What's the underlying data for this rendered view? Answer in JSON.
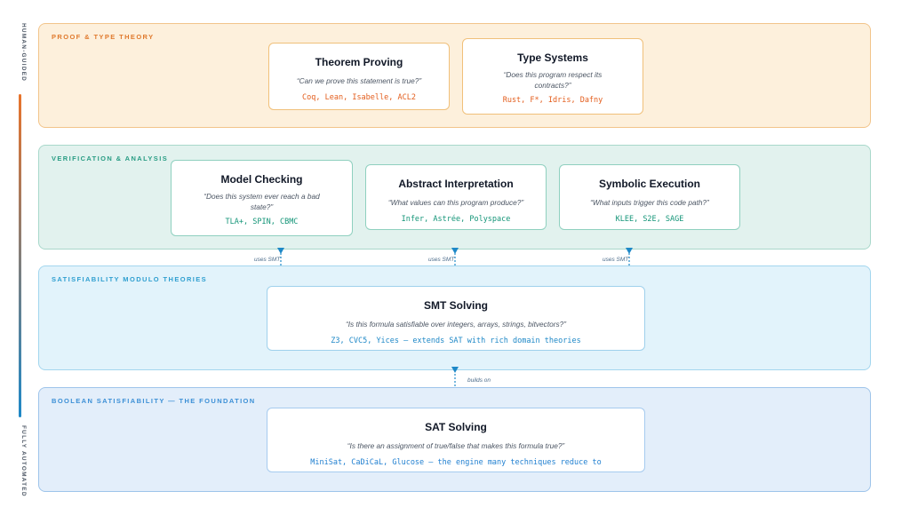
{
  "axis": {
    "top_label": "HUMAN-GUIDED",
    "bottom_label": "FULLY AUTOMATED",
    "gradient_colors": [
      "#e8732b",
      "#1e88c7"
    ]
  },
  "layers": [
    {
      "title": "PROOF & TYPE THEORY",
      "colors": {
        "bg": "#fdf0dc",
        "border": "#f2c48a",
        "title": "#e07a2e",
        "tools": "#e35d1c",
        "card_border": "#f0c07a"
      },
      "cards": [
        {
          "title": "Theorem Proving",
          "question": "“Can we prove this statement is true?”",
          "tools": "Coq, Lean, Isabelle, ACL2"
        },
        {
          "title": "Type Systems",
          "question": "“Does this program respect its contracts?”",
          "tools": "Rust, F*, Idris, Dafny"
        }
      ]
    },
    {
      "title": "VERIFICATION & ANALYSIS",
      "colors": {
        "bg": "#e2f2ee",
        "border": "#a9d8cb",
        "title": "#2a9d84",
        "tools": "#149578",
        "card_border": "#8fd0bf"
      },
      "cards": [
        {
          "title": "Model Checking",
          "question": "“Does this system ever reach a bad state?”",
          "tools": "TLA+, SPIN, CBMC"
        },
        {
          "title": "Abstract Interpretation",
          "question": "“What values can this program produce?”",
          "tools": "Infer, Astrée, Polyspace"
        },
        {
          "title": "Symbolic Execution",
          "question": "“What inputs trigger this code path?”",
          "tools": "KLEE, S2E, SAGE"
        }
      ]
    },
    {
      "title": "SATISFIABILITY MODULO THEORIES",
      "colors": {
        "bg": "#e2f3fb",
        "border": "#a3d6ee",
        "title": "#2f9fd0",
        "tools": "#1e88c7",
        "card_border": "#9fd1ec"
      },
      "cards": [
        {
          "title": "SMT Solving",
          "question": "“Is this formula satisfiable over integers, arrays, strings, bitvectors?”",
          "tools": "Z3, CVC5, Yices — extends SAT with rich domain theories"
        }
      ]
    },
    {
      "title": "BOOLEAN SATISFIABILITY — THE FOUNDATION",
      "colors": {
        "bg": "#e3eefa",
        "border": "#9ec4ea",
        "title": "#3b8fd6",
        "tools": "#1f7fd0",
        "card_border": "#a6cbef"
      },
      "cards": [
        {
          "title": "SAT Solving",
          "question": "“Is there an assignment of true/false that makes this formula true?”",
          "tools": "MiniSat, CaDiCaL, Glucose — the engine many techniques reduce to"
        }
      ]
    }
  ],
  "connectors": {
    "uses_smt": "uses SMT",
    "builds_on": "builds on",
    "color": "#1e88c7"
  }
}
